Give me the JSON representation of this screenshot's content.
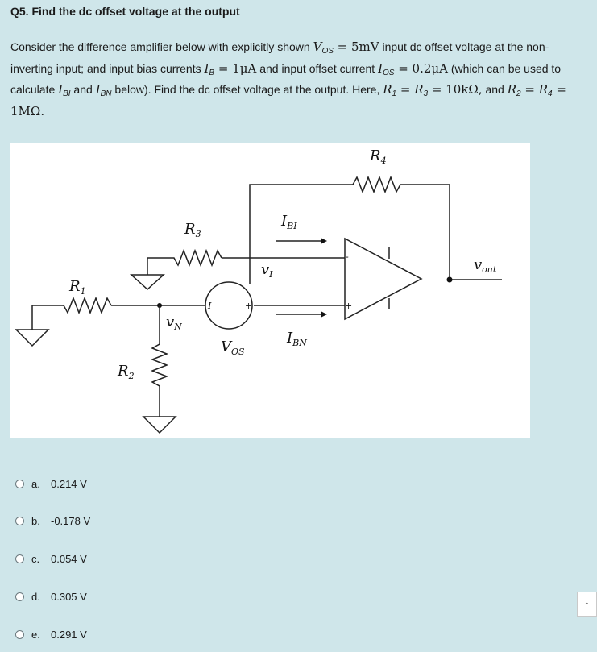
{
  "question": {
    "title": "Q5. Find the dc offset voltage at the output",
    "text": {
      "p1": "Consider the difference amplifier below with explicitly shown ",
      "vos_sym": "V",
      "vos_sub": "OS",
      "vos_eq": " = 5mV",
      "p2": "  input dc offset voltage at the non-inverting input; and  input bias currents ",
      "ib_sym": "I",
      "ib_sub": "B",
      "ib_eq": " = 1μA",
      "p3": " and input offset current ",
      "ios_sym": "I",
      "ios_sub": "OS",
      "ios_eq": " = 0.2μA",
      "p4": " (which can be used to calculate ",
      "ibi_sym": "I",
      "ibi_sub": "BI",
      "p5": " and ",
      "ibn_sym": "I",
      "ibn_sub": "BN",
      "p6": " below). Find the dc offset voltage at the output. Here, ",
      "r1_sym": "R",
      "r1_sub": "1",
      "r13_eq": " = ",
      "r3_sym": "R",
      "r3_sub": "3",
      "r13_val": " = 10kΩ,",
      "p7": " and ",
      "r2_sym": "R",
      "r2_sub": "2",
      "r24_eq": " = ",
      "r4_sym": "R",
      "r4_sub": "4",
      "r24_val": " = 1MΩ."
    }
  },
  "circuit": {
    "r4": {
      "sym": "R",
      "sub": "4"
    },
    "r3": {
      "sym": "R",
      "sub": "3"
    },
    "r1": {
      "sym": "R",
      "sub": "1"
    },
    "r2": {
      "sym": "R",
      "sub": "2"
    },
    "ibi": {
      "sym": "I",
      "sub": "BI"
    },
    "ibn": {
      "sym": "I",
      "sub": "BN"
    },
    "vi": {
      "sym": "v",
      "sub": "I"
    },
    "vn": {
      "sym": "v",
      "sub": "N"
    },
    "vos": {
      "sym": "V",
      "sub": "OS"
    },
    "vout": {
      "sym": "v",
      "sub": "out"
    },
    "minus_sign": "-",
    "plus_sign": "+",
    "src_minus": "I",
    "src_plus": "+"
  },
  "options": [
    {
      "letter": "a.",
      "value": "0.214 V"
    },
    {
      "letter": "b.",
      "value": "-0.178 V"
    },
    {
      "letter": "c.",
      "value": "0.054 V"
    },
    {
      "letter": "d.",
      "value": "0.305 V"
    },
    {
      "letter": "e.",
      "value": "0.291 V"
    }
  ],
  "scroll_top_icon": "arrow-up-icon",
  "scroll_top_glyph": "↑"
}
